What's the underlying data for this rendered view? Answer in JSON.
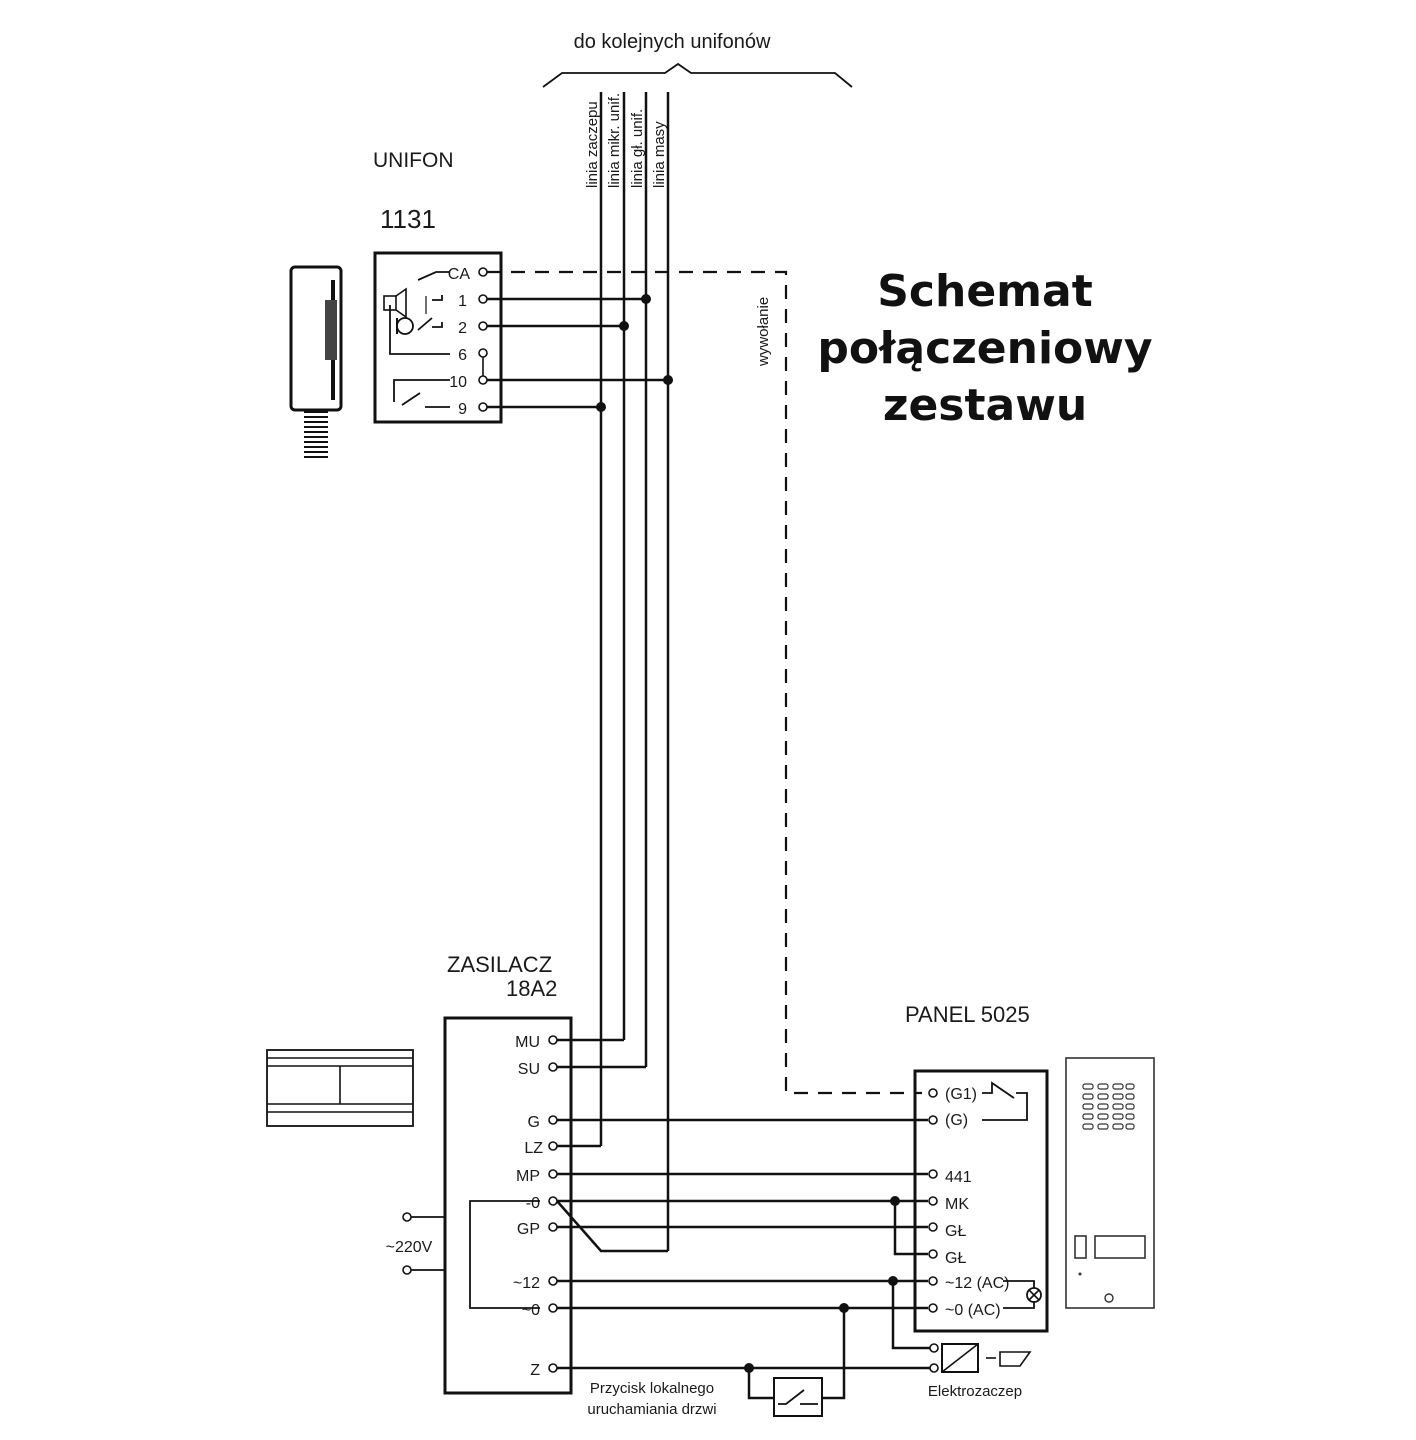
{
  "top_label": "do kolejnych unifonów",
  "bus_lines": [
    "linia zaczepu",
    "linia mikr. unif.",
    "linia gł. unif.",
    "linia masy"
  ],
  "call_label": "wywołanie",
  "title_lines": [
    "Schemat",
    "połączeniowy",
    "zestawu"
  ],
  "unifon": {
    "name": "UNIFON",
    "model": "1131",
    "terminals": [
      "CA",
      "1",
      "2",
      "6",
      "10",
      "9"
    ]
  },
  "zasilacz": {
    "name": "ZASILACZ",
    "model": "18A2",
    "terminals": [
      "MU",
      "SU",
      "G",
      "LZ",
      "MP",
      "-0",
      "GP",
      "~12",
      "~0",
      "Z"
    ],
    "mains": "~220V"
  },
  "panel": {
    "name": "PANEL 5025",
    "terminals": [
      "(G1)",
      "(G)",
      "441",
      "MK",
      "GŁ",
      "GŁ",
      "~12 (AC)",
      "~0 (AC)"
    ]
  },
  "button_label": [
    "Przycisk lokalnego",
    "uruchamiania drzwi"
  ],
  "strike_label": "Elektrozaczep"
}
